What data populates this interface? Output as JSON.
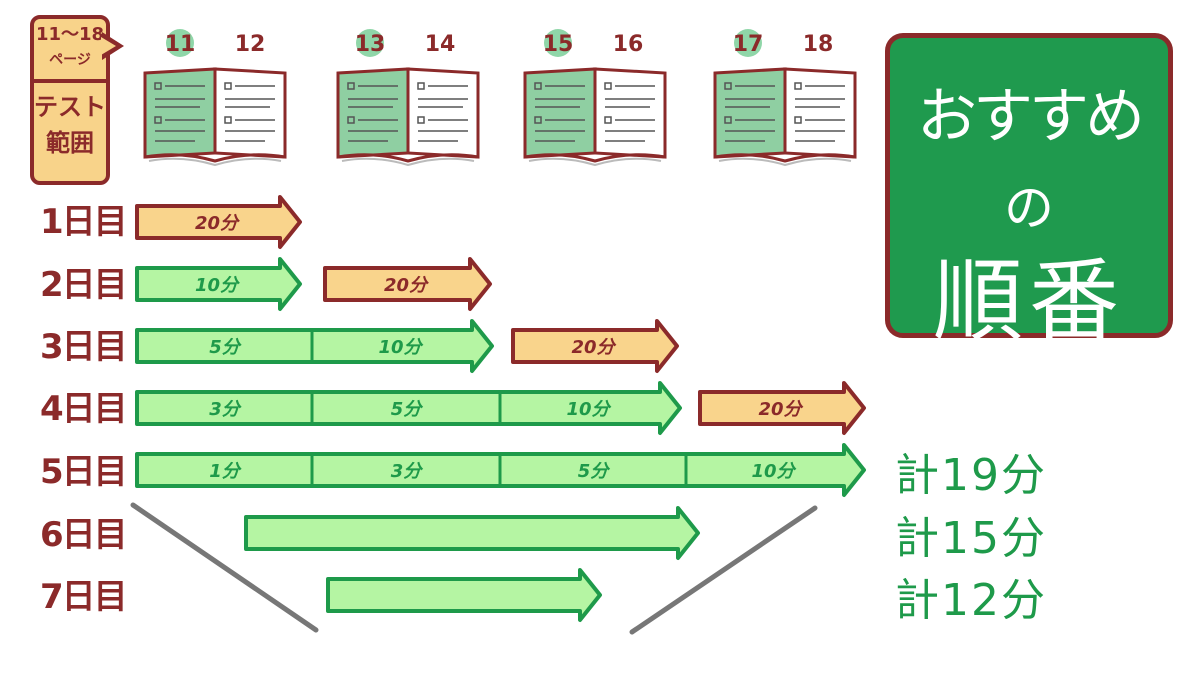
{
  "badge": {
    "pages": "11～18",
    "pages_sub": "ページ",
    "scope": "テスト範囲"
  },
  "page_numbers": [
    "11",
    "12",
    "13",
    "14",
    "15",
    "16",
    "17",
    "18"
  ],
  "highlighted_pages": [
    "11",
    "13",
    "15",
    "17"
  ],
  "board": {
    "line1": "おすすめ",
    "line2": "の",
    "line3": "順番"
  },
  "days": [
    {
      "label": "1日目",
      "segments": [
        {
          "text": "20分",
          "kind": "new"
        }
      ]
    },
    {
      "label": "2日目",
      "segments": [
        {
          "text": "10分",
          "kind": "review"
        },
        {
          "text": "20分",
          "kind": "new"
        }
      ]
    },
    {
      "label": "3日目",
      "segments": [
        {
          "text": "5分",
          "kind": "review"
        },
        {
          "text": "10分",
          "kind": "review"
        },
        {
          "text": "20分",
          "kind": "new"
        }
      ]
    },
    {
      "label": "4日目",
      "segments": [
        {
          "text": "3分",
          "kind": "review"
        },
        {
          "text": "5分",
          "kind": "review"
        },
        {
          "text": "10分",
          "kind": "review"
        },
        {
          "text": "20分",
          "kind": "new"
        }
      ]
    },
    {
      "label": "5日目",
      "segments": [
        {
          "text": "1分",
          "kind": "review"
        },
        {
          "text": "3分",
          "kind": "review"
        },
        {
          "text": "5分",
          "kind": "review"
        },
        {
          "text": "10分",
          "kind": "review"
        }
      ]
    },
    {
      "label": "6日目",
      "segments": [
        {
          "text": "",
          "kind": "review"
        }
      ]
    },
    {
      "label": "7日目",
      "segments": [
        {
          "text": "",
          "kind": "review"
        }
      ]
    }
  ],
  "totals": [
    "計19分",
    "計15分",
    "計12分"
  ],
  "colors": {
    "new_fill": "#f9d48c",
    "new_stroke": "#8b2a2a",
    "review_fill": "#b5f5a3",
    "review_stroke": "#1e9a4a",
    "label": "#8b2a2a",
    "board": "#1f9a4e"
  }
}
